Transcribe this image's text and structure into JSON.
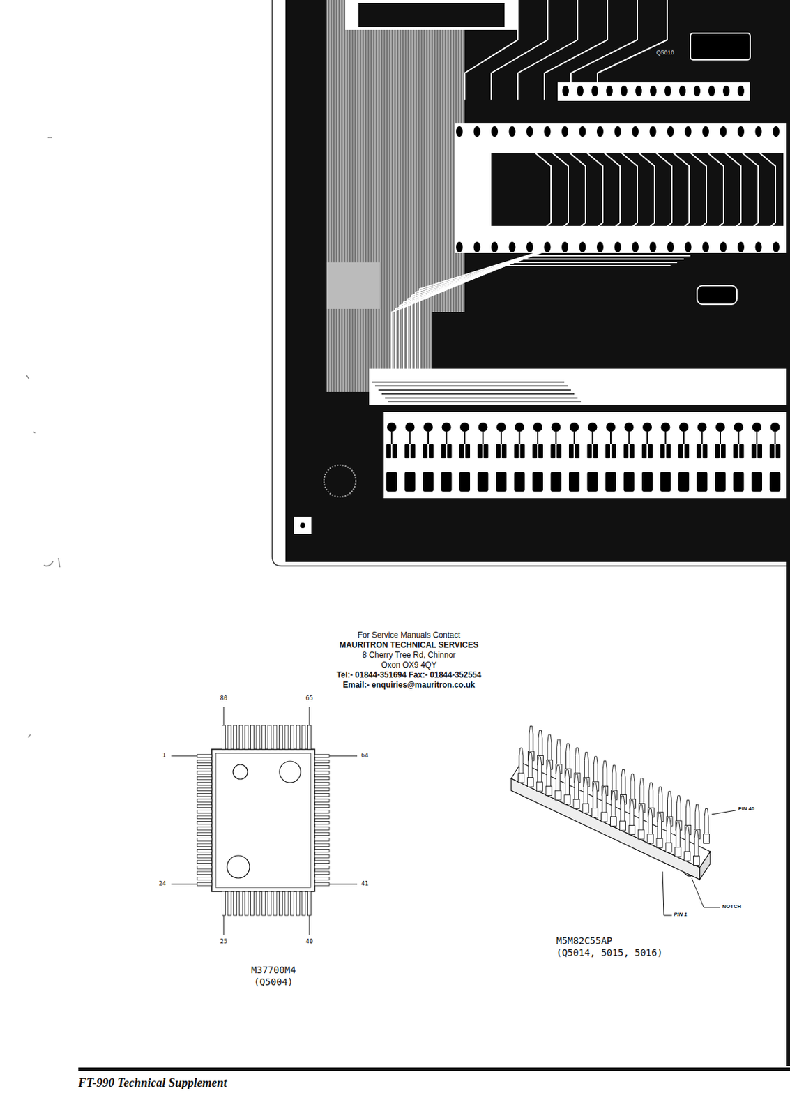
{
  "diagram": {
    "caption": "FT-990 Technical Supplement",
    "labels": [
      "Q5010",
      "For Service Manuals Contact",
      "MAURITRON TECHNICAL SERVICES",
      "8 Cherry Tree Rd, Chinnor",
      "Oxon OX9 4QY",
      "Tel:- 01844-351694 Fax:- 01844-352554",
      "Email:- enquiries@mauritron.co.uk",
      "80",
      "65",
      "1",
      "64",
      "24",
      "41",
      "25",
      "40",
      "M37700M4",
      "(Q5004)",
      "PIN 40",
      "NOTCH",
      "PIN 1",
      "M5M82C55AP",
      "(Q5014, 5015, 5016)"
    ]
  }
}
